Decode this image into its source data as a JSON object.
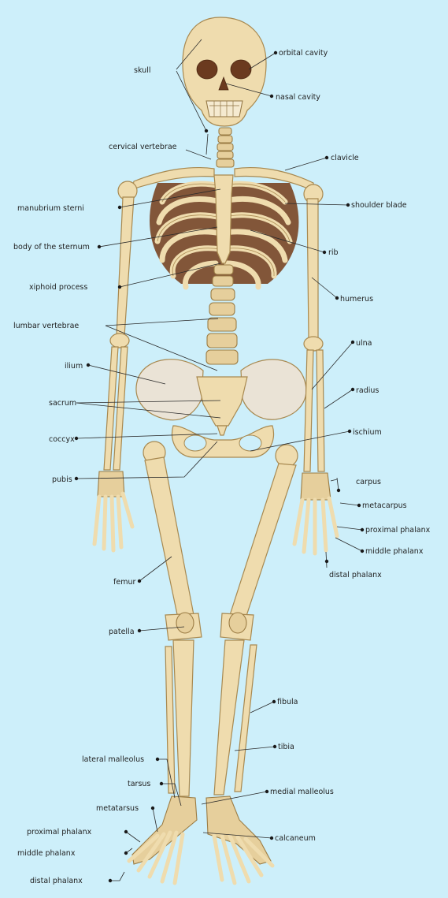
{
  "labels": {
    "skull": "skull",
    "orbital_cavity": "orbital cavity",
    "nasal_cavity": "nasal cavity",
    "cervical_vertebrae": "cervical vertebrae",
    "clavicle": "clavicle",
    "manubrium_sterni": "manubrium sterni",
    "shoulder_blade": "shoulder blade",
    "body_of_sternum": "body of the sternum",
    "rib": "rib",
    "xiphoid_process": "xiphoid process",
    "humerus": "humerus",
    "lumbar_vertebrae": "lumbar vertebrae",
    "ulna": "ulna",
    "ilium": "ilium",
    "radius": "radius",
    "sacrum": "sacrum",
    "coccyx": "coccyx",
    "ischium": "ischium",
    "pubis": "pubis",
    "carpus": "carpus",
    "metacarpus": "metacarpus",
    "proximal_phalanx_hand": "proximal phalanx",
    "middle_phalanx_hand": "middle phalanx",
    "distal_phalanx_hand": "distal phalanx",
    "femur": "femur",
    "patella": "patella",
    "fibula": "fibula",
    "tibia": "tibia",
    "lateral_malleolus": "lateral malleolus",
    "tarsus": "tarsus",
    "medial_malleolus": "medial malleolus",
    "metatarsus": "metatarsus",
    "proximal_phalanx_foot": "proximal phalanx",
    "calcaneum": "calcaneum",
    "middle_phalanx_foot": "middle phalanx",
    "distal_phalanx_foot": "distal phalanx"
  },
  "colors": {
    "background": "#cdeffa",
    "bone": "#efdcae",
    "bone_outline": "#a88950"
  }
}
